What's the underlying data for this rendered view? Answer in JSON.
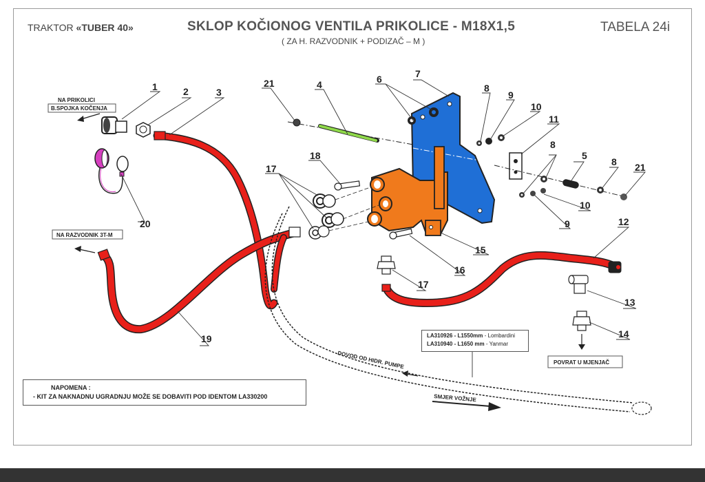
{
  "header": {
    "tractor_prefix": "TRAKTOR ",
    "tractor_model": "«TUBER  40»",
    "title": "SKLOP  KOČIONOG  VENTILA  PRIKOLICE - M18X1,5",
    "subtitle": "( ZA  H. RAZVODNIK + PODIZAČ – M )",
    "table_ref": "TABELA 24i"
  },
  "labels": {
    "na_prikolici": "NA PRIKOLICI",
    "spojka": "B.SPOJKA KOČENJA",
    "na_razvodnik": "NA RAZVODNIK 3T-M",
    "dovod": "DOVOD OD HIDR. PUMPE",
    "smjer": "SMJER VOŽNJE",
    "povrat": "POVRAT U MJENJAČ"
  },
  "hose_variants": [
    {
      "code": "LA310926",
      "length": "L1550mm",
      "engine": "Lombardini"
    },
    {
      "code": "LA310940",
      "length": "L1650 mm",
      "engine": "Yanmar"
    }
  ],
  "hose_rows": {
    "r1_code": "LA310926 - L1550mm",
    "r1_engine": " - Lombardini",
    "r2_code": "LA310940 - L1650 mm",
    "r2_engine": " - Yanmar"
  },
  "note": {
    "heading": "NAPOMENA :",
    "line": "-  KIT ZA NAKNADNU UGRADNJU MOŽE SE DOBAVITI POD IDENTOM LA330200"
  },
  "part_numbers": {
    "p1": "1",
    "p2": "2",
    "p3": "3",
    "p4": "4",
    "p5": "5",
    "p6": "6",
    "p7": "7",
    "p8a": "8",
    "p8b": "8",
    "p8c": "8",
    "p9a": "9",
    "p9b": "9",
    "p10a": "10",
    "p10b": "10",
    "p11": "11",
    "p12": "12",
    "p13": "13",
    "p14": "14",
    "p15": "15",
    "p16": "16",
    "p17a": "17",
    "p17b": "17",
    "p18": "18",
    "p19": "19",
    "p20": "20",
    "p21a": "21",
    "p21b": "21"
  },
  "colors": {
    "hose_red": "#e8201a",
    "bracket_blue": "#1f6fd6",
    "valve_orange": "#f07a1c",
    "rod_green": "#8fd94a",
    "cap_magenta": "#d63fbf",
    "bottom_bar": "#333333"
  }
}
